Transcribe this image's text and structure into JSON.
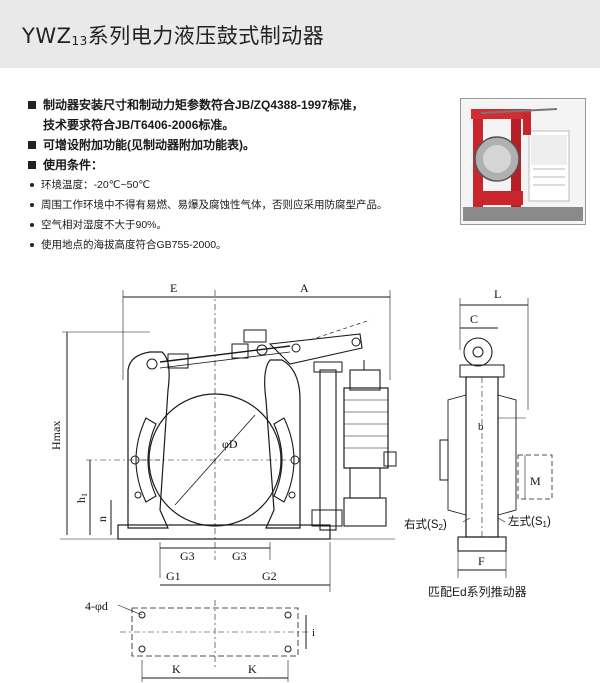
{
  "header": {
    "title_prefix": "YWZ",
    "title_sub": "13",
    "title_suffix": "系列电力液压鼓式制动器"
  },
  "specs": {
    "bold_items": [
      "制动器安装尺寸和制动力矩参数符合JB/ZQ4388-1997标准，",
      "技术要求符合JB/T6406-2006标准。",
      "可增设附加功能(见制动器附加功能表)。",
      "使用条件："
    ],
    "conditions": [
      "环境温度：-20℃~50℃",
      "周围工作环境中不得有易燃、易爆及腐蚀性气体，否则应采用防腐型产品。",
      "空气相对湿度不大于90%。",
      "使用地点的海拔高度符合GB755-2000。"
    ]
  },
  "drawing": {
    "dims": {
      "E": "E",
      "A": "A",
      "L": "L",
      "C": "C",
      "b": "b",
      "M": "M",
      "Hmax": "Hmax",
      "h1": "h",
      "h1_sub": "1",
      "n": "n",
      "phiD": "φD",
      "G3_left": "G3",
      "G3_right": "G3",
      "G1": "G1",
      "G2": "G2",
      "F": "F",
      "K_left": "K",
      "K_right": "K",
      "i": "i",
      "holes": "4-φd"
    },
    "right_style": "右式(S",
    "right_style_sub": "2",
    "left_style": "左式(S",
    "left_style_sub": "1",
    "caption_ed": "匹配Ed系列推动器"
  },
  "colors": {
    "header_band": "#e9e9e9",
    "brake_red": "#c8262c",
    "line": "#1a1a1a"
  }
}
